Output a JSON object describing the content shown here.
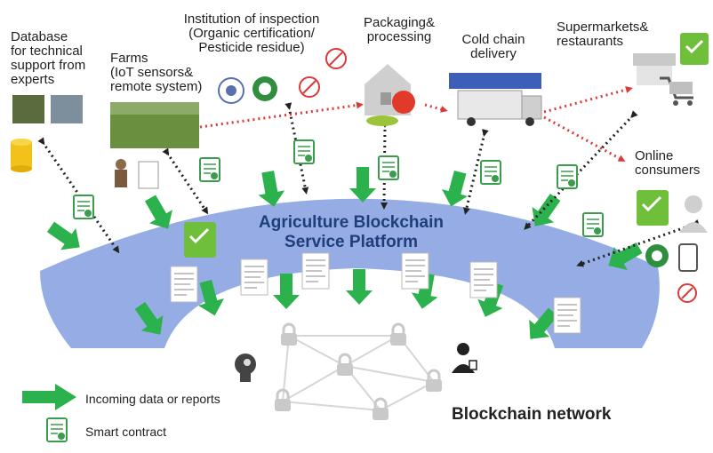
{
  "labels": {
    "database": "Database\nfor technical\nsupport from\nexperts",
    "farms": "Farms\n(IoT sensors&\nremote system)",
    "institution": "Institution of inspection\n(Organic certification/\nPesticide residue)",
    "packaging": "Packaging&\nprocessing",
    "cold_chain": "Cold chain\ndelivery",
    "supermarkets": "Supermarkets&\nrestaurants",
    "online": "Online\nconsumers"
  },
  "platform": {
    "line1": "Agriculture Blockchain",
    "line2": "Service Platform"
  },
  "network_label": "Blockchain network",
  "legend": {
    "incoming": "Incoming data or reports",
    "smart_contract": "Smart contract"
  },
  "colors": {
    "platform_fill": "#8fa9e3",
    "arrow_green": "#2bb24c",
    "dotted_black": "#222222",
    "dotted_red": "#d93a3a",
    "contract_green": "#3a9c4d",
    "food_badge": "#6fbf3b"
  }
}
